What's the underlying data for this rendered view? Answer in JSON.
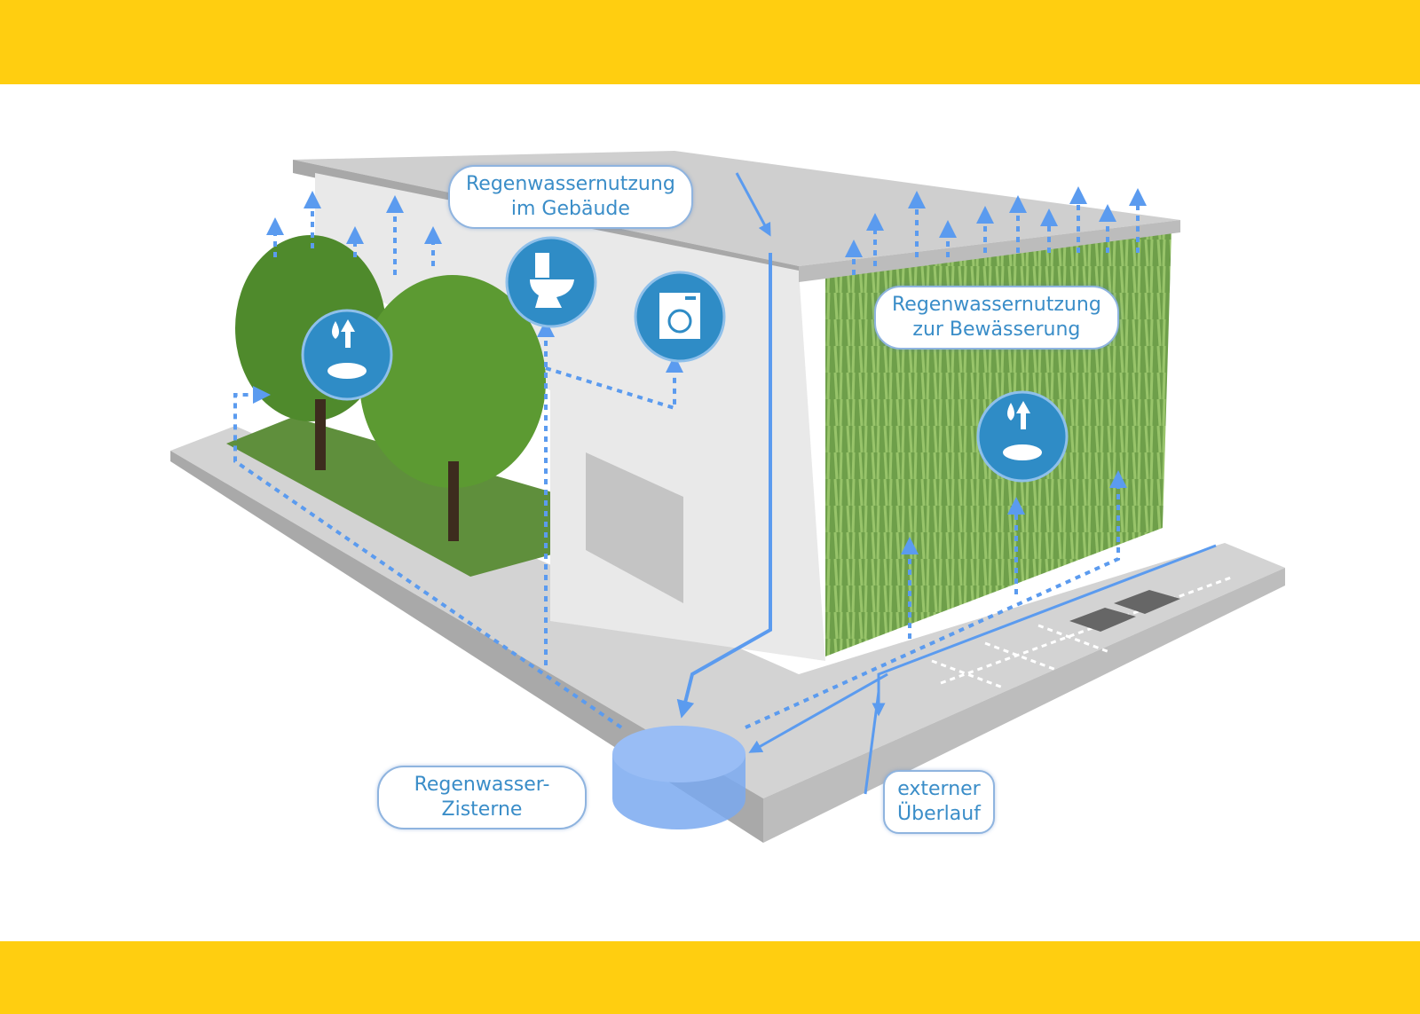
{
  "colors": {
    "frame": "#FFCE10",
    "accent": "#5b9bef",
    "icon_bg": "#2f8cc6",
    "label_text": "#3a8dc8"
  },
  "labels": {
    "building_use": [
      "Regenwassernutzung",
      "im Gebäude"
    ],
    "irrigation": [
      "Regenwassernutzung",
      "zur Bewässerung"
    ],
    "cistern": [
      "Regenwasser-",
      "Zisterne"
    ],
    "overflow": [
      "externer",
      "Überlauf"
    ]
  },
  "icons": [
    "toilet-icon",
    "washing-machine-icon",
    "irrigation-icon",
    "irrigation-icon"
  ]
}
